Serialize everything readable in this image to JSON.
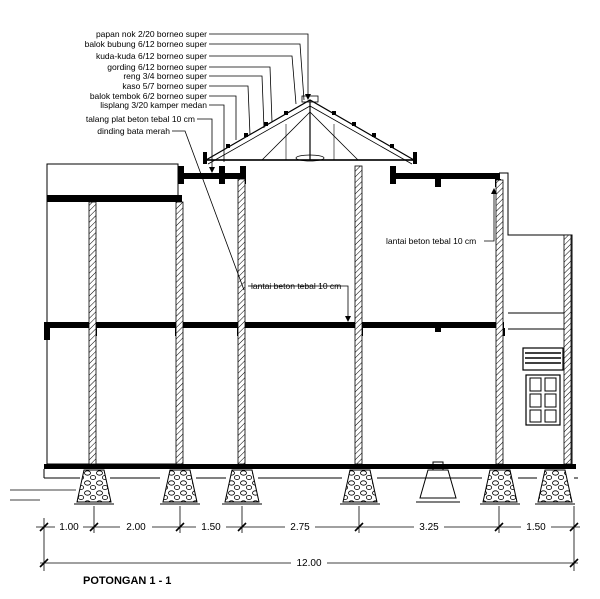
{
  "drawing": {
    "title": "POTONGAN 1 - 1",
    "callouts": [
      "papan nok 2/20  borneo super",
      "balok bubung 6/12 borneo super",
      "kuda-kuda  6/12 borneo super",
      "gording 6/12 borneo super",
      "reng 3/4  borneo super",
      "kaso 5/7  borneo super",
      "balok tembok 6/2 borneo super",
      "lisplang 3/20   kamper medan",
      "talang plat beton tebal 10 cm",
      "dinding bata merah"
    ],
    "notes": {
      "slab_right": "lantai beton tebal 10 cm",
      "slab_center": "lantai beton tebal 10 cm"
    },
    "dimensions": {
      "segments": [
        "1.00",
        "2.00",
        "1.50",
        "2.75",
        "3.25",
        "1.50"
      ],
      "total": "12.00"
    }
  }
}
